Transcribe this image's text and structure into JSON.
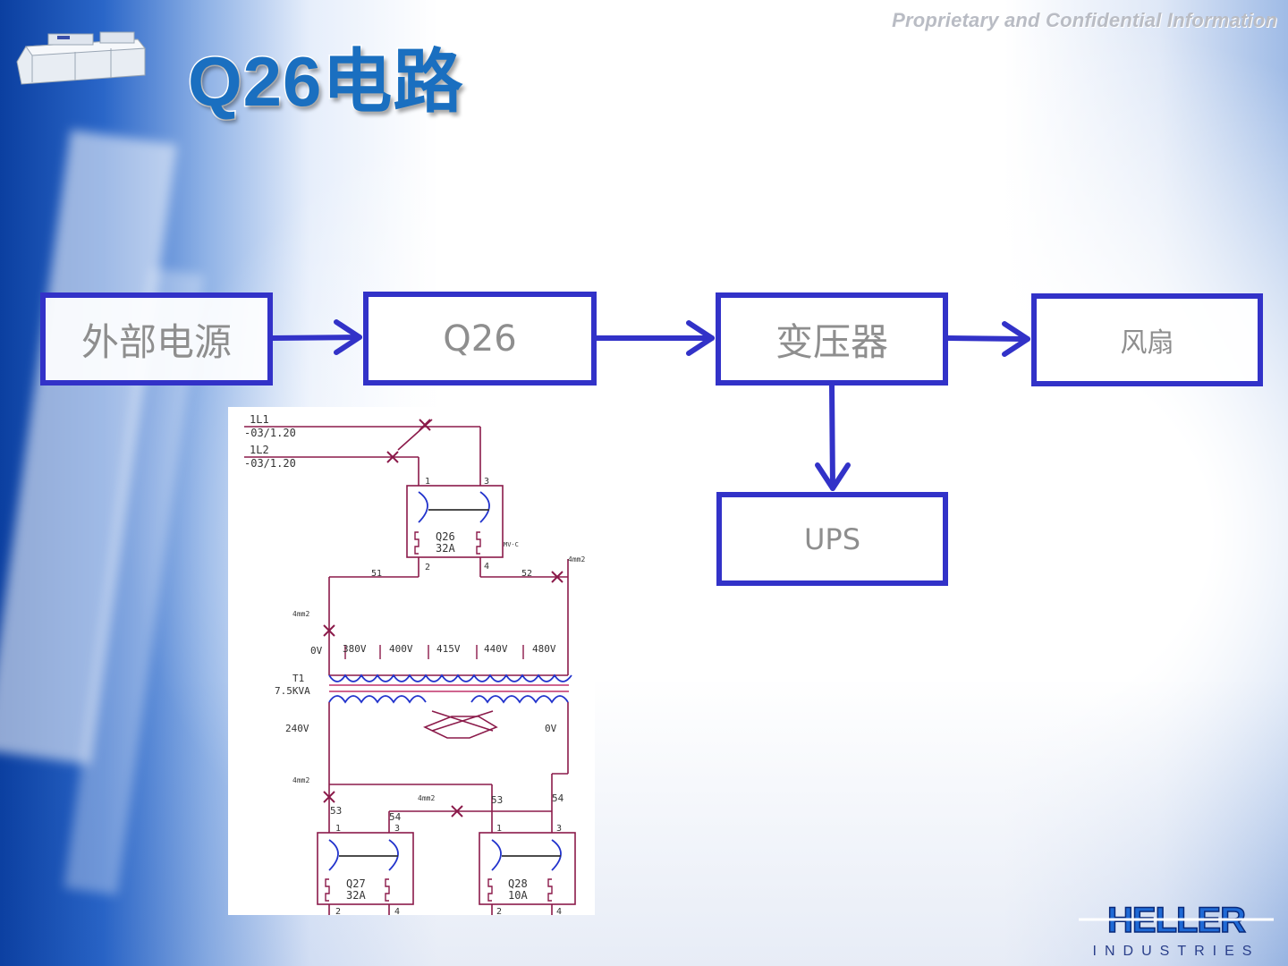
{
  "header": {
    "confidential": "Proprietary and Confidential Information",
    "title": "Q26电路"
  },
  "flow": {
    "external_power": "外部电源",
    "q26": "Q26",
    "transformer": "变压器",
    "fan": "风扇",
    "ups": "UPS"
  },
  "schematic": {
    "l1": "1L1",
    "l1_ref": "-03/1.20",
    "l2": "1L2",
    "l2_ref": "-03/1.20",
    "q26_name": "Q26",
    "q26_rating": "32A",
    "q26_side": "MV-C",
    "wire_size": "4mm2",
    "wire_51": "51",
    "wire_52": "52",
    "wire_53": "53",
    "wire_54": "54",
    "pin1": "1",
    "pin2": "2",
    "pin3": "3",
    "pin4": "4",
    "tap_0v": "0V",
    "tap_380": "380V",
    "tap_400": "400V",
    "tap_415": "415V",
    "tap_440": "440V",
    "tap_480": "480V",
    "t1_name": "T1",
    "t1_rating": "7.5KVA",
    "sec_240": "240V",
    "sec_0v": "0V",
    "q27_name": "Q27",
    "q27_rating": "32A",
    "q28_name": "Q28",
    "q28_rating": "10A"
  },
  "logo": {
    "brand": "HELLER",
    "sub": "INDUSTRIES"
  },
  "colors": {
    "box_border": "#3232c8",
    "title": "#1a6fc0",
    "wire": "#8b1a4a",
    "breaker": "#2233cc"
  }
}
